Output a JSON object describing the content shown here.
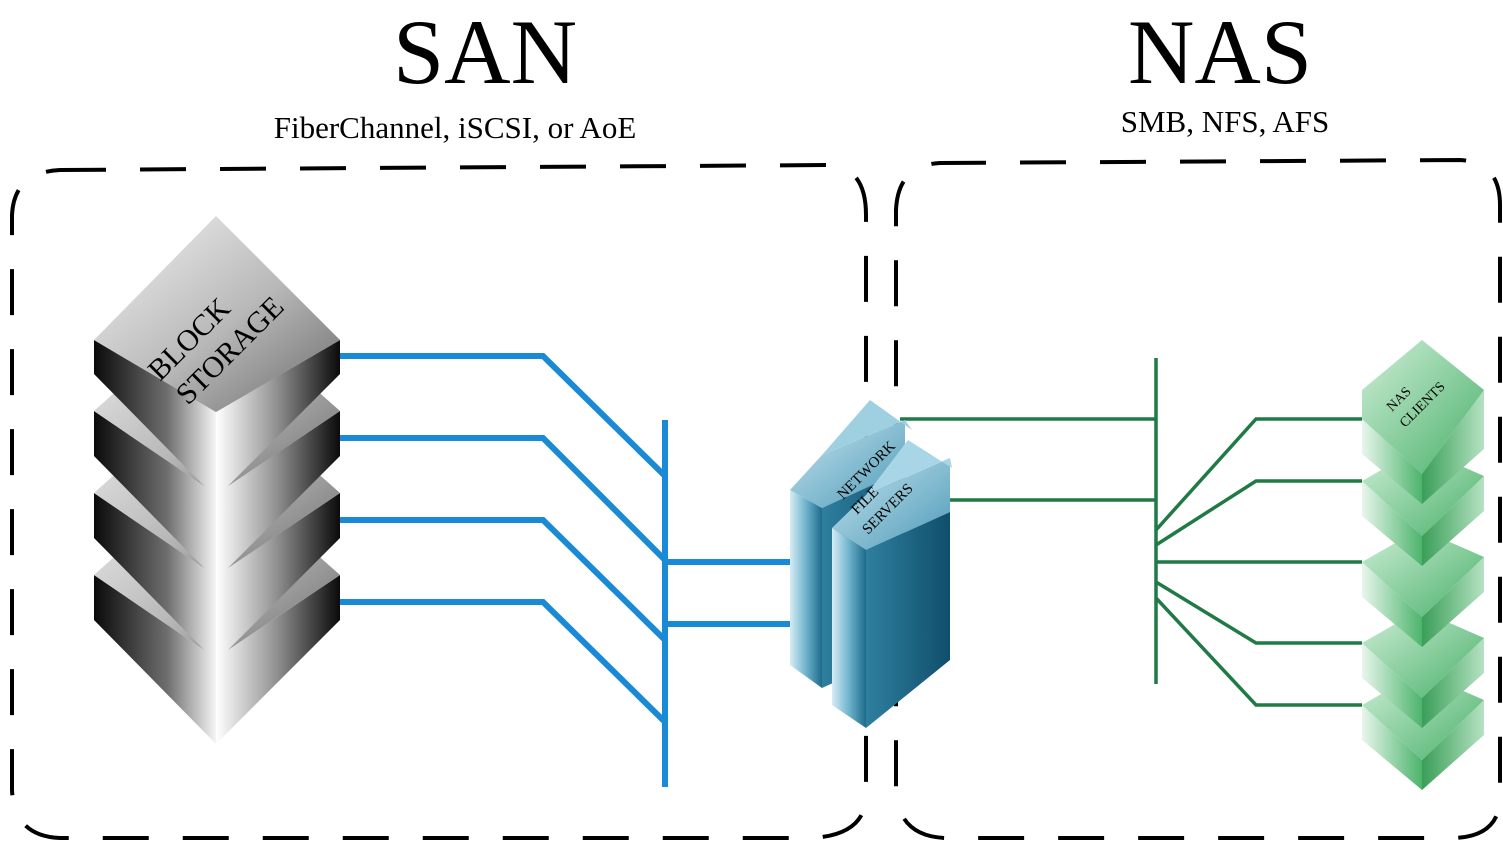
{
  "san": {
    "title": "SAN",
    "subtitle": "FiberChannel, iSCSI, or AoE",
    "storage_label_line1": "BLOCK",
    "storage_label_line2": "STORAGE",
    "line_color": "#1b8ad6"
  },
  "nas": {
    "title": "NAS",
    "subtitle": "SMB, NFS, AFS",
    "clients_label_line1": "NAS",
    "clients_label_line2": "CLIENTS",
    "line_color": "#1f7a46"
  },
  "servers": {
    "label_line1": "NETWORK",
    "label_line2": "FILE",
    "label_line3": "SERVERS",
    "color": "#3c93b3"
  },
  "colors": {
    "storage_top_light": "#f2f2f2",
    "storage_top_dark": "#8c8c8c",
    "client_green": "#3fae62"
  }
}
